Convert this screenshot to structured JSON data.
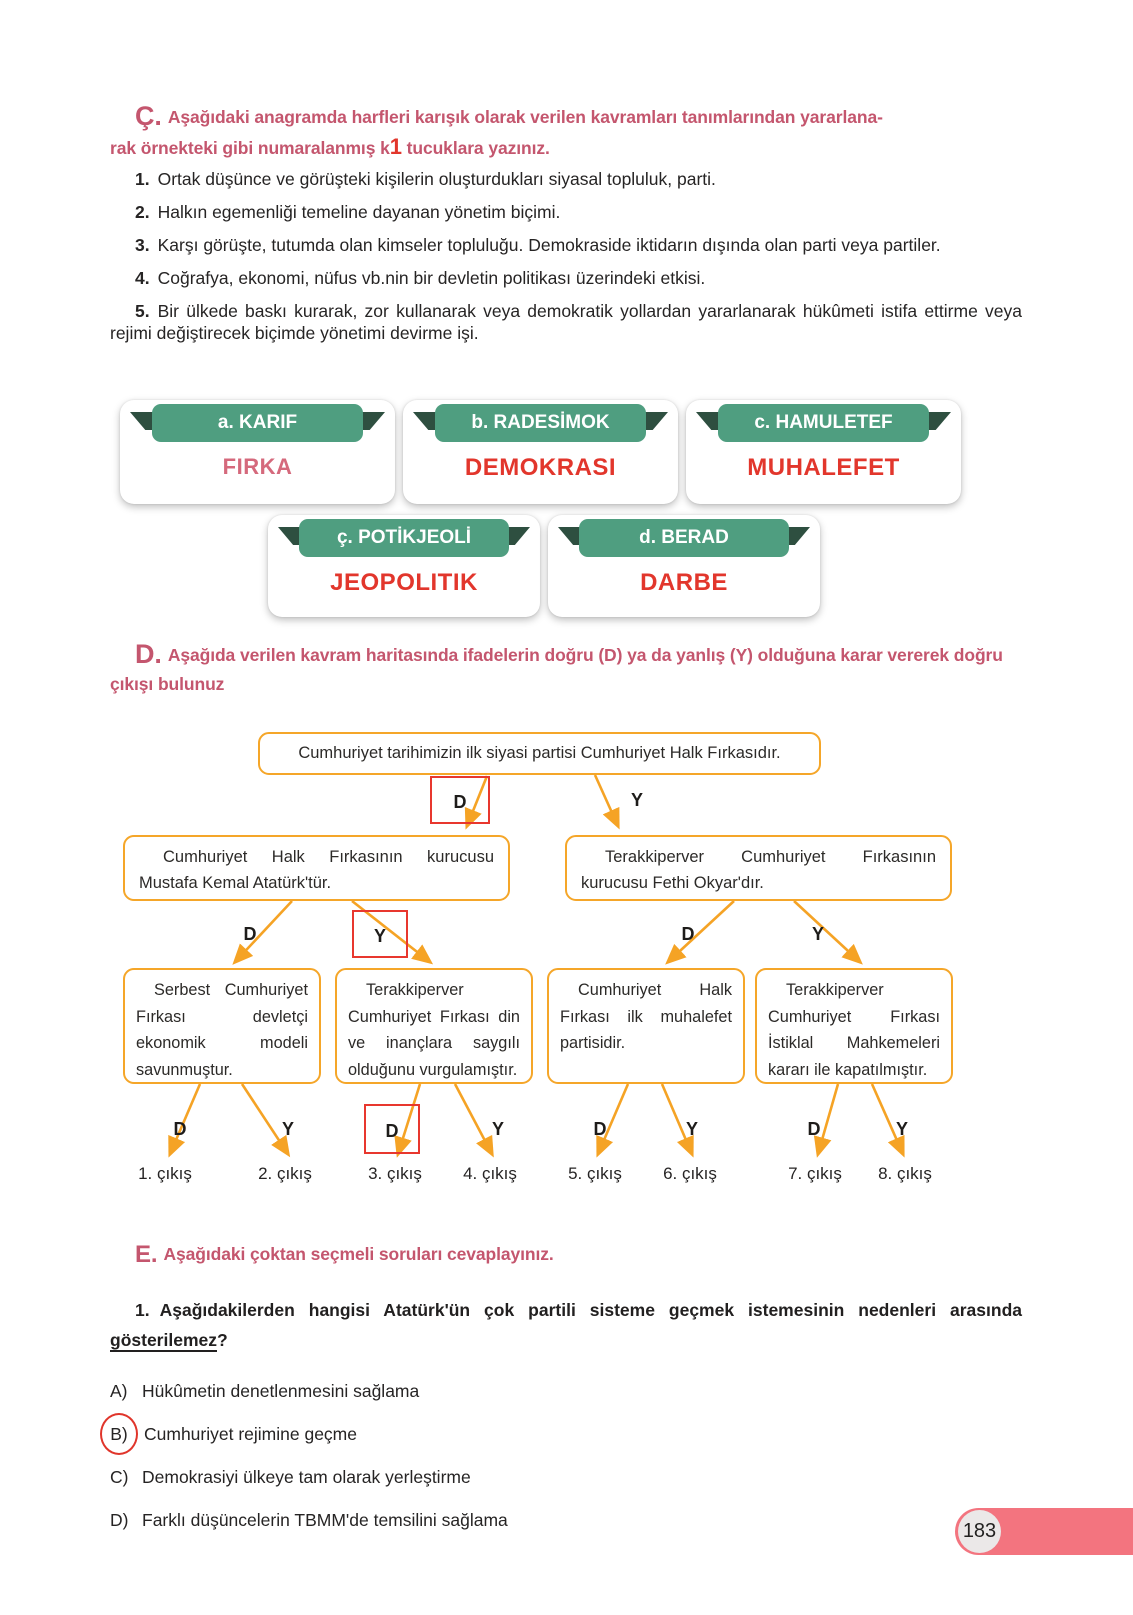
{
  "section_c": {
    "letter": "Ç.",
    "heading_line1": "Aşağıdaki anagramda harfleri karışık olarak verilen kavramları tanımlarından yararlana-",
    "heading_line2_before_mark": "rak örnekteki gibi numaralanmış k",
    "heading_mark": "1",
    "heading_line2_after_mark": "tucuklara yazınız.",
    "items": [
      {
        "num": "1.",
        "text": "Ortak düşünce ve görüşteki kişilerin oluşturdukları siyasal topluluk, parti."
      },
      {
        "num": "2.",
        "text": "Halkın egemenliği temeline dayanan yönetim biçimi."
      },
      {
        "num": "3.",
        "text": "Karşı görüşte, tutumda olan kimseler topluluğu. Demokraside iktidarın dışında olan parti veya partiler."
      },
      {
        "num": "4.",
        "text": "Coğrafya, ekonomi, nüfus vb.nin bir devletin politikası üzerindeki etkisi."
      },
      {
        "num": "5.",
        "text": "Bir ülkede baskı kurarak, zor kullanarak veya demokratik yollardan yararlanarak hükûmeti istifa ettirme veya rejimi değiştirecek biçimde yönetimi devirme işi."
      }
    ]
  },
  "anagram_cards": [
    {
      "label": "a. KARIF",
      "answer": "FIRKA",
      "answer_style": "example-pink"
    },
    {
      "label": "b. RADESİMOK",
      "answer": "DEMOKRASI",
      "answer_style": "red"
    },
    {
      "label": "c. HAMULETEF",
      "answer": "MUHALEFET",
      "answer_style": "red"
    },
    {
      "label": "ç. POTİKJEOLİ",
      "answer": "JEOPOLITIK",
      "answer_style": "red"
    },
    {
      "label": "d. BERAD",
      "answer": "DARBE",
      "answer_style": "red"
    }
  ],
  "section_d": {
    "letter": "D.",
    "heading": "Aşağıda verilen kavram haritasında ifadelerin doğru (D) ya da yanlış (Y) olduğuna karar vererek doğru çıkışı bulunuz"
  },
  "concept_map": {
    "root": "Cumhuriyet tarihimizin ilk siyasi partisi Cumhuriyet Halk Fırkasıdır.",
    "row1_labels": [
      {
        "label": "D",
        "marked": true
      },
      {
        "label": "Y",
        "marked": false
      }
    ],
    "level2": [
      {
        "text": "Cumhuriyet Halk Fırkasının kurucusu Mustafa Kemal Atatürk'tür."
      },
      {
        "text": "Terakkiperver Cumhuriyet Fırkasının kurucusu Fethi Okyar'dır."
      }
    ],
    "row2_labels": [
      {
        "label": "D",
        "marked": false
      },
      {
        "label": "Y",
        "marked": true
      },
      {
        "label": "D",
        "marked": false
      },
      {
        "label": "Y",
        "marked": false
      }
    ],
    "level3": [
      {
        "text": "Serbest Cumhuriyet Fırkası devletçi ekonomik modeli savunmuştur."
      },
      {
        "text": "Terakkiperver Cumhuriyet Fırkası din ve inançlara saygılı olduğunu vurgulamıştır."
      },
      {
        "text": "Cumhuriyet Halk Fırkası ilk muhalefet partisidir."
      },
      {
        "text": "Terakkiperver Cumhuriyet Fırkası İstiklal Mahkemeleri kararı ile kapatılmıştır."
      }
    ],
    "row3_labels": [
      {
        "label": "D",
        "marked": false
      },
      {
        "label": "Y",
        "marked": false
      },
      {
        "label": "D",
        "marked": true
      },
      {
        "label": "Y",
        "marked": false
      },
      {
        "label": "D",
        "marked": false
      },
      {
        "label": "Y",
        "marked": false
      },
      {
        "label": "D",
        "marked": false
      },
      {
        "label": "Y",
        "marked": false
      }
    ],
    "exits": [
      "1. çıkış",
      "2. çıkış",
      "3. çıkış",
      "4. çıkış",
      "5. çıkış",
      "6. çıkış",
      "7. çıkış",
      "8. çıkış"
    ]
  },
  "section_e": {
    "letter": "E.",
    "heading": "Aşağıdaki çoktan seçmeli soruları cevaplayınız.",
    "question": {
      "num": "1.",
      "text_before_underline": "Aşağıdakilerden hangisi Atatürk'ün çok partili sisteme geçmek istemesinin nedenleri arasında ",
      "underlined": "gösterilemez",
      "text_after_underline": "?"
    },
    "options": [
      {
        "letter": "A)",
        "text": "Hükûmetin denetlenmesini sağlama",
        "circled": false
      },
      {
        "letter": "B)",
        "text": "Cumhuriyet rejimine geçme",
        "circled": true
      },
      {
        "letter": "C)",
        "text": "Demokrasiyi ülkeye tam olarak yerleştirme",
        "circled": false
      },
      {
        "letter": "D)",
        "text": "Farklı düşüncelerin TBMM'de temsilini sağlama",
        "circled": false
      }
    ]
  },
  "page_number": "183",
  "colors": {
    "heading_rose": "#c4566e",
    "answer_red": "#e2362c",
    "example_answer_pink": "#d5697c",
    "ribbon_green": "#4f9e80",
    "ribbon_fold_dark_green": "#2e4f40",
    "map_box_border_orange": "#f5a629",
    "arrow_orange": "#f5a325",
    "annotation_red": "#e8372e",
    "page_tab_pink": "#f3747f"
  }
}
